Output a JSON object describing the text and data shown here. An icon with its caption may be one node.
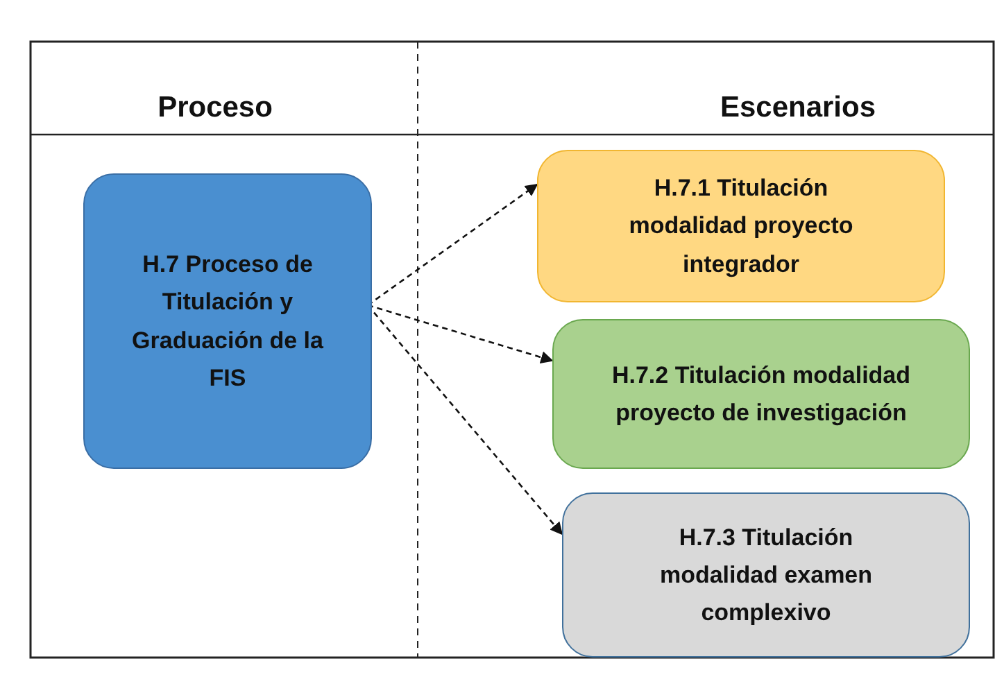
{
  "diagram": {
    "nodes": [
      {
        "text": [
          "H.7 Proceso de Titulación y Graduación de la FIS"
        ]
      },
      {
        "text": [
          "H.7.1 Titulación modalidad proyecto integrador"
        ]
      },
      {
        "text": [
          "H.7.2 Titulación modalidad proyecto de investigación"
        ]
      },
      {
        "text": [
          "H.7.3 Titulación modalidad examen complexivo"
        ]
      }
    ],
    "edges": [
      {
        "from": 0,
        "to": 1,
        "arrow": "to",
        "style": "dashed"
      },
      {
        "from": 0,
        "to": 2,
        "arrow": "to",
        "style": "dashed"
      },
      {
        "from": 0,
        "to": 3,
        "arrow": "to",
        "style": "dashed"
      }
    ],
    "labels": [
      "Proceso",
      "Escenarios"
    ]
  }
}
